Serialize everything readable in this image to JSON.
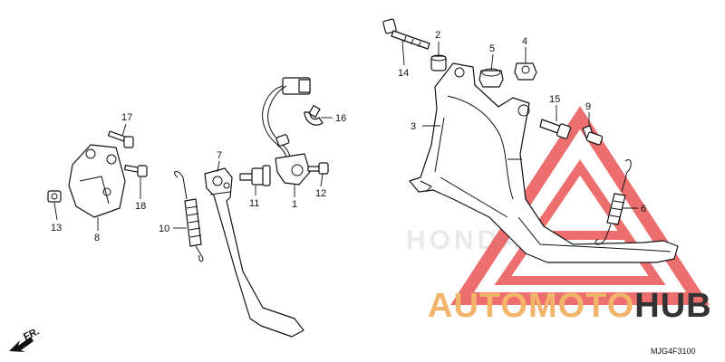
{
  "diagram": {
    "labels": [
      {
        "id": "1",
        "text": "1"
      },
      {
        "id": "2",
        "text": "2"
      },
      {
        "id": "3",
        "text": "3"
      },
      {
        "id": "4",
        "text": "4"
      },
      {
        "id": "5",
        "text": "5"
      },
      {
        "id": "6",
        "text": "6"
      },
      {
        "id": "7",
        "text": "7"
      },
      {
        "id": "8",
        "text": "8"
      },
      {
        "id": "9",
        "text": "9"
      },
      {
        "id": "10",
        "text": "10"
      },
      {
        "id": "11",
        "text": "11"
      },
      {
        "id": "12",
        "text": "12"
      },
      {
        "id": "13",
        "text": "13"
      },
      {
        "id": "14",
        "text": "14"
      },
      {
        "id": "15",
        "text": "15"
      },
      {
        "id": "16",
        "text": "16"
      },
      {
        "id": "17",
        "text": "17"
      },
      {
        "id": "18",
        "text": "18"
      }
    ],
    "direction_label": "FR.",
    "diagram_code": "MJG4F3100",
    "background_text": "HONDA"
  },
  "watermark": {
    "word_part1": "AUTOMOTO",
    "word_part2": "HUB",
    "colors": {
      "part1": "#f2b36a",
      "part2": "#333333",
      "triangle": "#e84a4a"
    }
  }
}
